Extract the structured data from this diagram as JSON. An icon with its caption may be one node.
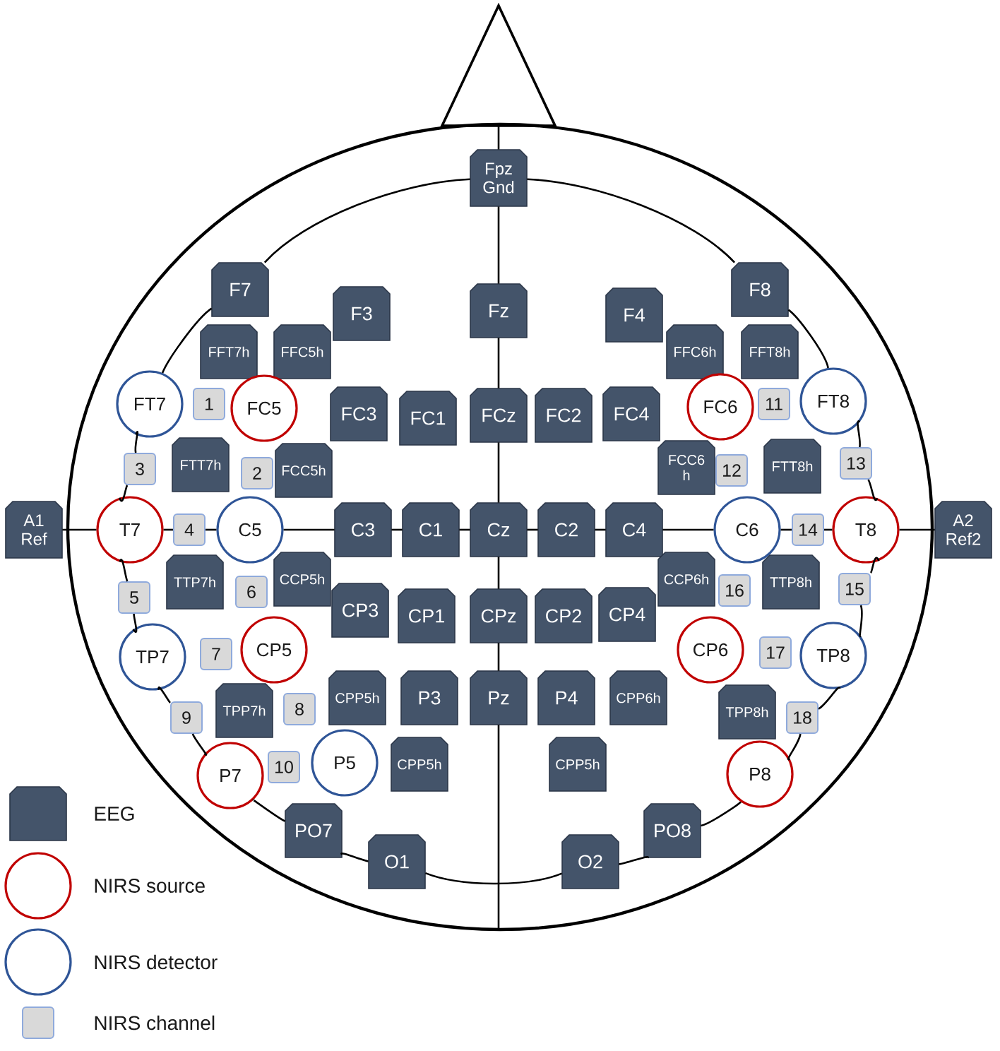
{
  "diagram": {
    "nodes": [
      {
        "text": [
          "Fpz",
          "Gnd"
        ]
      },
      {
        "text": [
          "F7"
        ]
      },
      {
        "text": [
          "F3"
        ]
      },
      {
        "text": [
          "Fz"
        ]
      },
      {
        "text": [
          "F4"
        ]
      },
      {
        "text": [
          "F8"
        ]
      },
      {
        "text": [
          "FFT7h"
        ]
      },
      {
        "text": [
          "FFC5h"
        ]
      },
      {
        "text": [
          "FFC6h"
        ]
      },
      {
        "text": [
          "FFT8h"
        ]
      },
      {
        "text": [
          "FT7"
        ]
      },
      {
        "text": [
          "1"
        ]
      },
      {
        "text": [
          "FC5"
        ]
      },
      {
        "text": [
          "FC3"
        ]
      },
      {
        "text": [
          "FC1"
        ]
      },
      {
        "text": [
          "FCz"
        ]
      },
      {
        "text": [
          "FC2"
        ]
      },
      {
        "text": [
          "FC4"
        ]
      },
      {
        "text": [
          "FC6"
        ]
      },
      {
        "text": [
          "11"
        ]
      },
      {
        "text": [
          "FT8"
        ]
      },
      {
        "text": [
          "3"
        ]
      },
      {
        "text": [
          "FTT7h"
        ]
      },
      {
        "text": [
          "2"
        ]
      },
      {
        "text": [
          "FCC5h"
        ]
      },
      {
        "text": [
          "FCC6 h"
        ]
      },
      {
        "text": [
          "12"
        ]
      },
      {
        "text": [
          "FTT8h"
        ]
      },
      {
        "text": [
          "13"
        ]
      },
      {
        "text": [
          "A1",
          "Ref"
        ]
      },
      {
        "text": [
          "T7"
        ]
      },
      {
        "text": [
          "4"
        ]
      },
      {
        "text": [
          "C5"
        ]
      },
      {
        "text": [
          "C3"
        ]
      },
      {
        "text": [
          "C1"
        ]
      },
      {
        "text": [
          "Cz"
        ]
      },
      {
        "text": [
          "C2"
        ]
      },
      {
        "text": [
          "C4"
        ]
      },
      {
        "text": [
          "C6"
        ]
      },
      {
        "text": [
          "14"
        ]
      },
      {
        "text": [
          "T8"
        ]
      },
      {
        "text": [
          "A2",
          "Ref2"
        ]
      },
      {
        "text": [
          "5"
        ]
      },
      {
        "text": [
          "TTP7h"
        ]
      },
      {
        "text": [
          "6"
        ]
      },
      {
        "text": [
          "CCP5h"
        ]
      },
      {
        "text": [
          "CCP6h"
        ]
      },
      {
        "text": [
          "16"
        ]
      },
      {
        "text": [
          "TTP8h"
        ]
      },
      {
        "text": [
          "15"
        ]
      },
      {
        "text": [
          "TP7"
        ]
      },
      {
        "text": [
          "7"
        ]
      },
      {
        "text": [
          "CP5"
        ]
      },
      {
        "text": [
          "CP3"
        ]
      },
      {
        "text": [
          "CP1"
        ]
      },
      {
        "text": [
          "CPz"
        ]
      },
      {
        "text": [
          "CP2"
        ]
      },
      {
        "text": [
          "CP4"
        ]
      },
      {
        "text": [
          "CP6"
        ]
      },
      {
        "text": [
          "17"
        ]
      },
      {
        "text": [
          "TP8"
        ]
      },
      {
        "text": [
          "9"
        ]
      },
      {
        "text": [
          "TPP7h"
        ]
      },
      {
        "text": [
          "8"
        ]
      },
      {
        "text": [
          "CPP5h"
        ]
      },
      {
        "text": [
          "P3"
        ]
      },
      {
        "text": [
          "Pz"
        ]
      },
      {
        "text": [
          "P4"
        ]
      },
      {
        "text": [
          "CPP6h"
        ]
      },
      {
        "text": [
          "TPP8h"
        ]
      },
      {
        "text": [
          "18"
        ]
      },
      {
        "text": [
          "P7"
        ]
      },
      {
        "text": [
          "10"
        ]
      },
      {
        "text": [
          "P5"
        ]
      },
      {
        "text": [
          "CPP5h"
        ]
      },
      {
        "text": [
          "CPP5h"
        ]
      },
      {
        "text": [
          "P8"
        ]
      },
      {
        "text": [
          "PO7"
        ]
      },
      {
        "text": [
          "O1"
        ]
      },
      {
        "text": [
          "O2"
        ]
      },
      {
        "text": [
          "PO8"
        ]
      }
    ],
    "edges": [
      {
        "from": 0,
        "to": 3,
        "arrow": "none"
      },
      {
        "from": 3,
        "to": 15,
        "arrow": "none"
      },
      {
        "from": 15,
        "to": 35,
        "arrow": "none"
      },
      {
        "from": 35,
        "to": 55,
        "arrow": "none"
      },
      {
        "from": 55,
        "to": 66,
        "arrow": "none"
      },
      {
        "from": 66,
        "to": null,
        "arrow": "none"
      },
      {
        "from": 29,
        "to": 30,
        "arrow": "none"
      },
      {
        "from": 30,
        "to": 31,
        "arrow": "none"
      },
      {
        "from": 31,
        "to": 32,
        "arrow": "none"
      },
      {
        "from": 32,
        "to": 33,
        "arrow": "none"
      },
      {
        "from": 33,
        "to": 34,
        "arrow": "none"
      },
      {
        "from": 34,
        "to": 35,
        "arrow": "none"
      },
      {
        "from": 35,
        "to": 36,
        "arrow": "none"
      },
      {
        "from": 36,
        "to": 37,
        "arrow": "none"
      },
      {
        "from": 37,
        "to": 38,
        "arrow": "none"
      },
      {
        "from": 38,
        "to": 39,
        "arrow": "none"
      },
      {
        "from": 39,
        "to": 40,
        "arrow": "none"
      },
      {
        "from": 40,
        "to": 41,
        "arrow": "none"
      },
      {
        "from": 0,
        "to": 1,
        "arrow": "none"
      },
      {
        "from": 1,
        "to": 10,
        "arrow": "none"
      },
      {
        "from": 10,
        "to": 21,
        "arrow": "none"
      },
      {
        "from": 21,
        "to": 30,
        "arrow": "none"
      },
      {
        "from": 30,
        "to": 42,
        "arrow": "none"
      },
      {
        "from": 42,
        "to": 50,
        "arrow": "none"
      },
      {
        "from": 50,
        "to": 61,
        "arrow": "none"
      },
      {
        "from": 61,
        "to": 71,
        "arrow": "none"
      },
      {
        "from": 71,
        "to": 77,
        "arrow": "none"
      },
      {
        "from": 77,
        "to": 78,
        "arrow": "none"
      },
      {
        "from": 78,
        "to": 79,
        "arrow": "none"
      },
      {
        "from": 79,
        "to": 80,
        "arrow": "none"
      },
      {
        "from": 80,
        "to": 76,
        "arrow": "none"
      },
      {
        "from": 76,
        "to": 70,
        "arrow": "none"
      },
      {
        "from": 70,
        "to": 60,
        "arrow": "none"
      },
      {
        "from": 60,
        "to": 49,
        "arrow": "none"
      },
      {
        "from": 49,
        "to": 40,
        "arrow": "none"
      },
      {
        "from": 40,
        "to": 28,
        "arrow": "none"
      },
      {
        "from": 28,
        "to": 20,
        "arrow": "none"
      },
      {
        "from": 20,
        "to": 5,
        "arrow": "none"
      },
      {
        "from": 5,
        "to": 0,
        "arrow": "none"
      },
      {
        "from": null,
        "to": 0,
        "arrow": "none"
      }
    ],
    "legend": [
      {
        "text": "EEG"
      },
      {
        "text": "NIRS source"
      },
      {
        "text": "NIRS detector"
      },
      {
        "text": "NIRS channel"
      }
    ]
  }
}
